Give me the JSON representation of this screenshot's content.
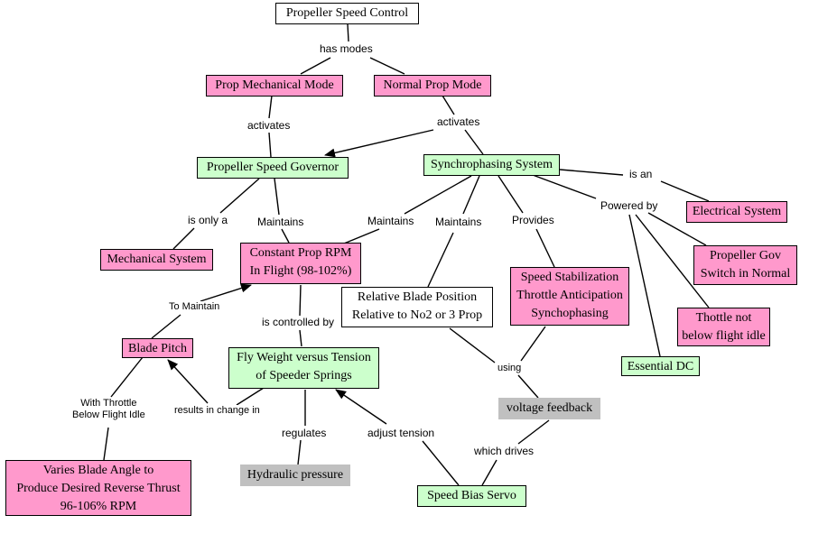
{
  "nodes": {
    "propeller_speed_control": "Propeller Speed Control",
    "prop_mechanical_mode": "Prop Mechanical Mode",
    "normal_prop_mode": "Normal Prop Mode",
    "propeller_speed_governor": "Propeller Speed Governor",
    "synchrophasing_system": "Synchrophasing System",
    "electrical_system": "Electrical System",
    "mechanical_system": "Mechanical System",
    "constant_prop_rpm": [
      "Constant Prop RPM",
      "In Flight (98-102%)"
    ],
    "relative_blade_position": [
      "Relative Blade Position",
      "Relative to No2 or 3 Prop"
    ],
    "speed_stabilization": [
      "Speed Stabilization",
      "Throttle Anticipation",
      "Synchophasing"
    ],
    "propeller_gov_switch": [
      "Propeller Gov",
      "Switch in Normal"
    ],
    "throttle_not_below": [
      "Thottle not",
      "below flight idle"
    ],
    "essential_dc": "Essential DC",
    "blade_pitch": "Blade Pitch",
    "fly_weight": [
      "Fly Weight versus Tension",
      "of Speeder Springs"
    ],
    "voltage_feedback": "voltage feedback",
    "varies_blade_angle": [
      "Varies Blade Angle to",
      "Produce Desired Reverse Thrust",
      "96-106% RPM"
    ],
    "hydraulic_pressure": "Hydraulic pressure",
    "speed_bias_servo": "Speed Bias Servo"
  },
  "links": {
    "has_modes": "has modes",
    "activates_1": "activates",
    "activates_2": "activates",
    "is_only_a": "is only a",
    "maintains_1": "Maintains",
    "maintains_2": "Maintains",
    "maintains_3": "Maintains",
    "provides": "Provides",
    "powered_by": "Powered by",
    "is_an": "is an",
    "to_maintain": "To Maintain",
    "is_controlled_by": "is controlled by",
    "with_throttle": [
      "With Throttle",
      "Below Flight Idle"
    ],
    "results_in_change_in": "results in change in",
    "regulates": "regulates",
    "adjust_tension": "adjust tension",
    "using": "using",
    "which_drives": "which drives"
  }
}
